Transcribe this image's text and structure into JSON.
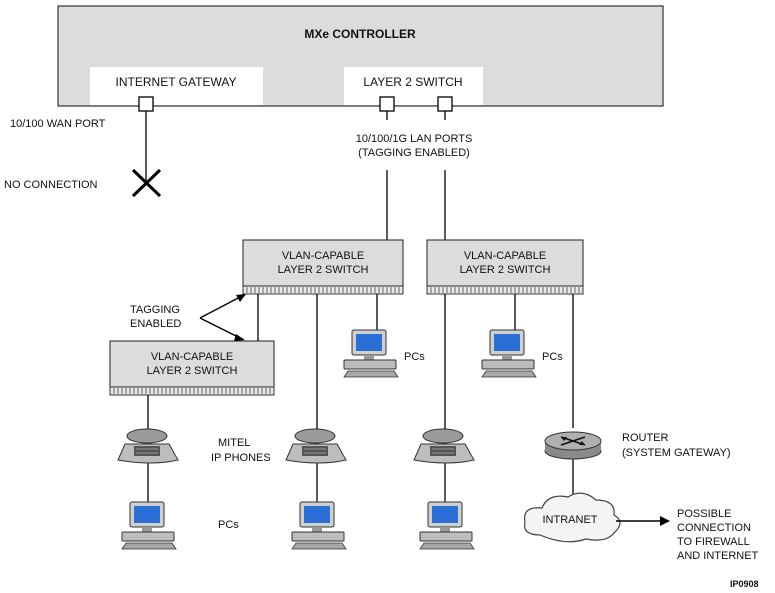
{
  "controller": {
    "title": "MXe CONTROLLER",
    "internet_gateway": "INTERNET GATEWAY",
    "layer2_switch": "LAYER 2 SWITCH"
  },
  "labels": {
    "wan_port": "10/100 WAN PORT",
    "no_connection": "NO CONNECTION",
    "lan_ports_line1": "10/100/1G LAN PORTS",
    "lan_ports_line2": "(TAGGING ENABLED)",
    "tagging_line1": "TAGGING",
    "tagging_line2": "ENABLED",
    "mitel_line1": "MITEL",
    "mitel_line2": "IP PHONES",
    "pcs": "PCs",
    "router_line1": "ROUTER",
    "router_line2": "(SYSTEM GATEWAY)",
    "intranet": "INTRANET",
    "possible_line1": "POSSIBLE",
    "possible_line2": "CONNECTION",
    "possible_line3": "TO FIREWALL",
    "possible_line4": "AND INTERNET",
    "figure_id": "IP0908"
  },
  "switches": {
    "line1": "VLAN-CAPABLE",
    "line2": "LAYER 2 SWITCH"
  },
  "colors": {
    "box_fill": "#dcdcdc",
    "screen": "#2a6fd6",
    "device": "#bfbfbf",
    "line": "#000000"
  },
  "icons": [
    "phone-icon",
    "pc-icon",
    "router-icon",
    "cloud-icon"
  ]
}
